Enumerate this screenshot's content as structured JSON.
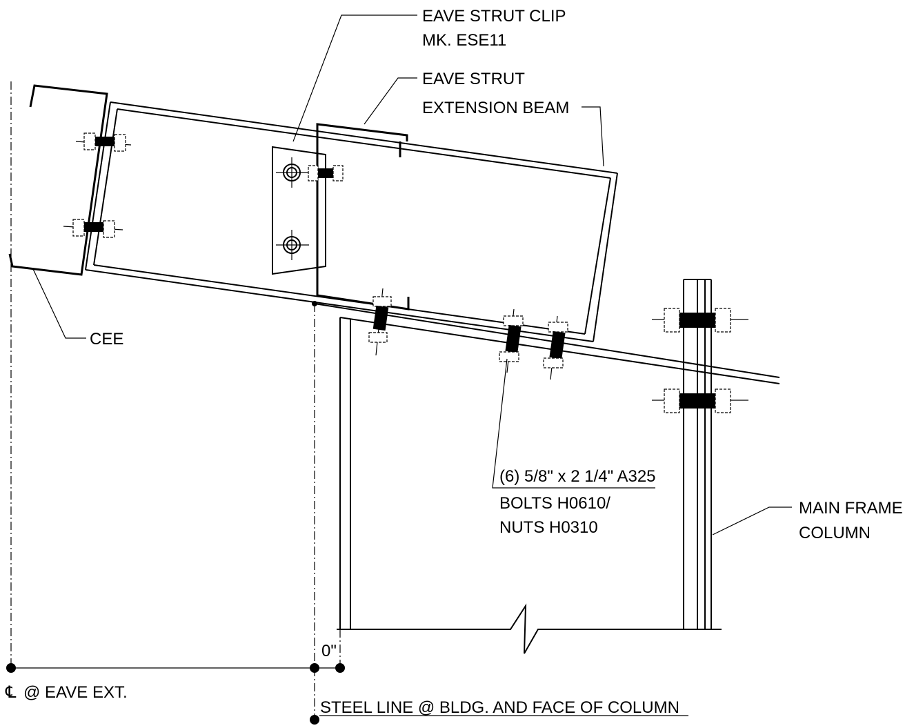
{
  "labels": {
    "eave_strut_clip_1": "EAVE STRUT CLIP",
    "eave_strut_clip_2": "MK. ESE11",
    "eave_strut": "EAVE STRUT",
    "extension_beam": "EXTENSION BEAM",
    "cee": "CEE",
    "bolts_1": "(6) 5/8\" x 2 1/4\" A325",
    "bolts_2": "BOLTS H0610/",
    "bolts_3": "NUTS H0310",
    "main_frame_1": "MAIN FRAME",
    "main_frame_2": "COLUMN",
    "dim_zero": "0\"",
    "cl_symbol": "℄",
    "cl_text": "@ EAVE EXT.",
    "steel_line": "STEEL LINE @ BLDG. AND FACE OF COLUMN"
  }
}
